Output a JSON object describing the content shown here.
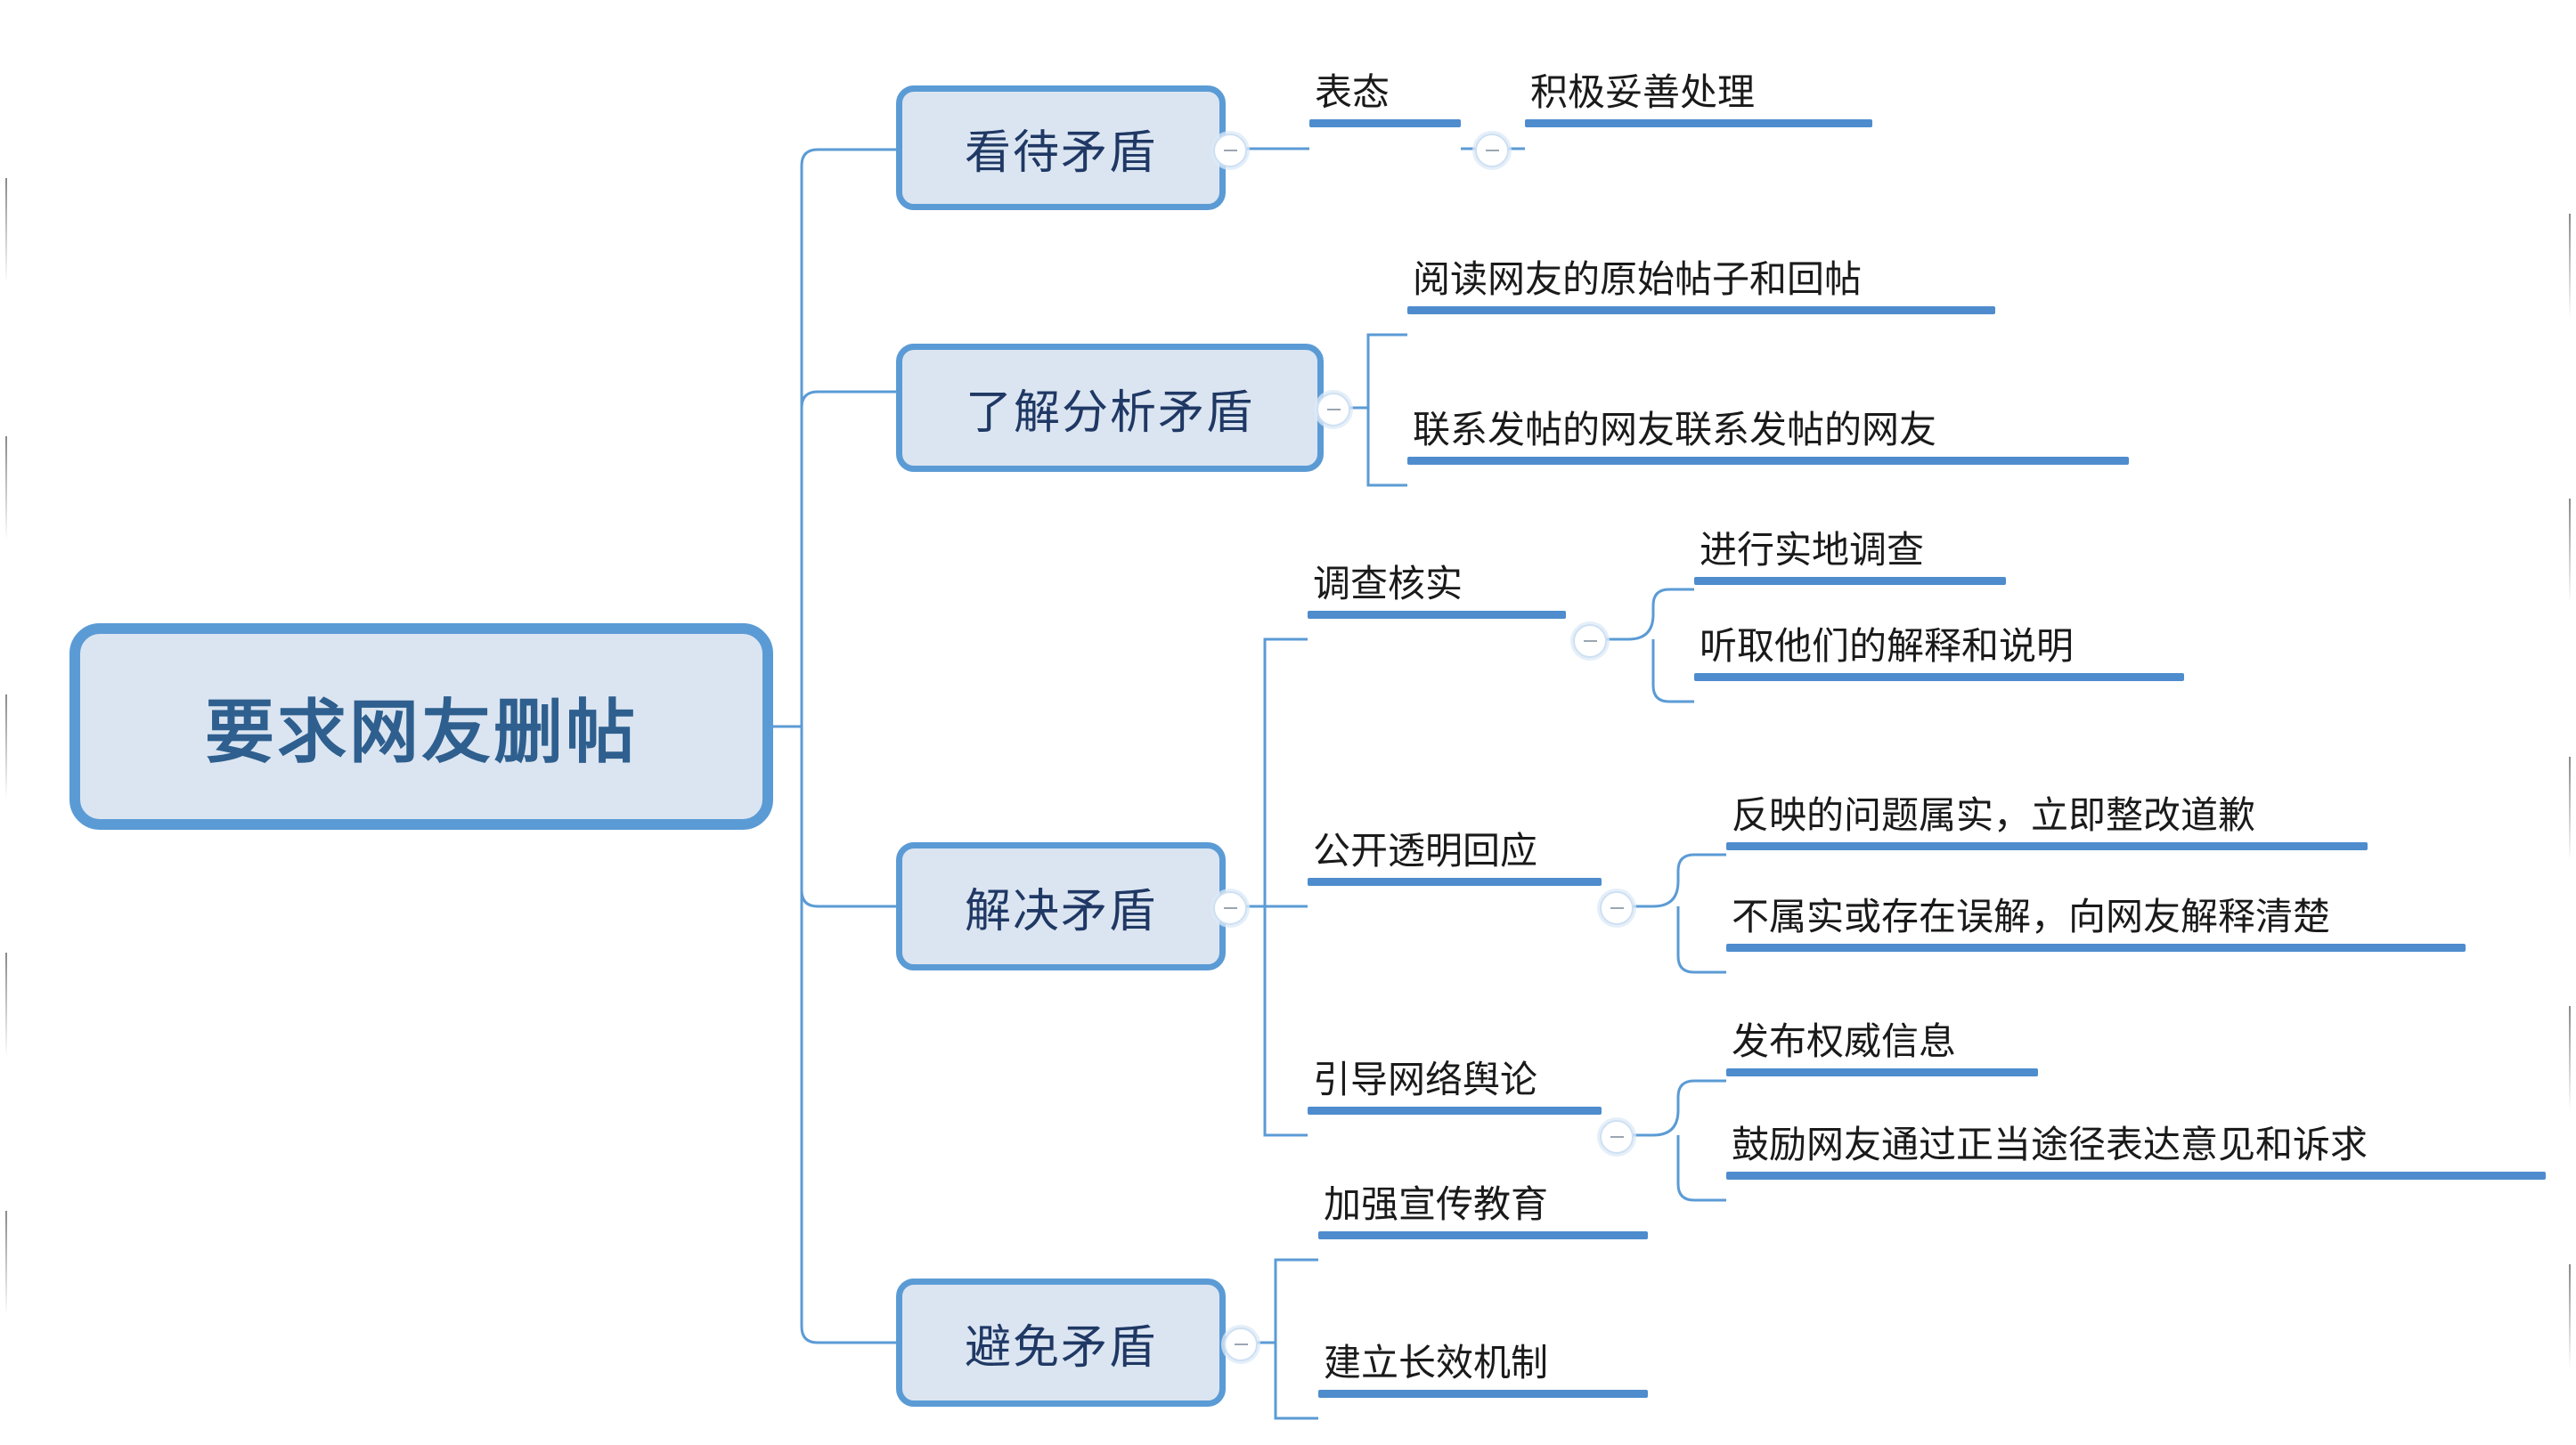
{
  "mindmap": {
    "root": {
      "label": "要求网友删帖"
    },
    "branches": [
      {
        "label": "看待矛盾",
        "toggle_icon": "collapse-minus-icon",
        "children": [
          {
            "label": "表态",
            "toggle_icon": "collapse-minus-icon",
            "children": [
              {
                "label": "积极妥善处理"
              }
            ]
          }
        ]
      },
      {
        "label": "了解分析矛盾",
        "toggle_icon": "collapse-minus-icon",
        "children": [
          {
            "label": "阅读网友的原始帖子和回帖"
          },
          {
            "label": "联系发帖的网友联系发帖的网友"
          }
        ]
      },
      {
        "label": "解决矛盾",
        "toggle_icon": "collapse-minus-icon",
        "children": [
          {
            "label": "调查核实",
            "toggle_icon": "collapse-minus-icon",
            "children": [
              {
                "label": "进行实地调查"
              },
              {
                "label": "听取他们的解释和说明"
              }
            ]
          },
          {
            "label": "公开透明回应",
            "toggle_icon": "collapse-minus-icon",
            "children": [
              {
                "label": "反映的问题属实，立即整改道歉"
              },
              {
                "label": "不属实或存在误解，向网友解释清楚"
              }
            ]
          },
          {
            "label": "引导网络舆论",
            "toggle_icon": "collapse-minus-icon",
            "children": [
              {
                "label": "发布权威信息"
              },
              {
                "label": "鼓励网友通过正当途径表达意见和诉求"
              }
            ]
          }
        ]
      },
      {
        "label": "避免矛盾",
        "toggle_icon": "collapse-minus-icon",
        "children": [
          {
            "label": "加强宣传教育"
          },
          {
            "label": "建立长效机制"
          }
        ]
      }
    ]
  },
  "theme": {
    "node_border": "#5b9bd5",
    "node_fill": "#dbe5f1",
    "root_text": "#2e5f8e",
    "branch_text": "#1f3864",
    "leaf_text": "#1a1a1a",
    "underline": "#4e8ccd",
    "connector": "#5b9bd5",
    "background": "#ffffff"
  }
}
